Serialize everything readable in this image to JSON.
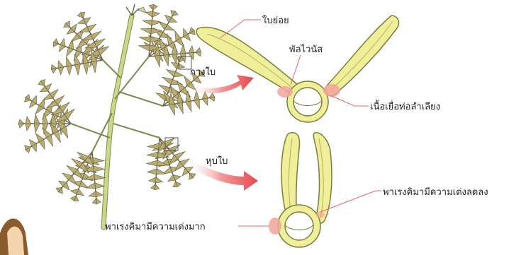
{
  "labels": {
    "leaflet": "ใบย่อย",
    "pulvinus": "พัลไวนัส",
    "spread": "กางใบ",
    "vascular": "เนื้อเยื่อท่อลำเลียง",
    "fold": "หุบใบ",
    "turgor_low": "พาเรงคิมามีความเต่งลดลง",
    "turgor_high": "พาเรงคิมามีความเต่งมาก"
  },
  "colors": {
    "leaf_fill": "#efef9a",
    "leaf_stroke": "#7d7d3c",
    "stem": "#c9d98a",
    "stem_stroke": "#7d8a4a",
    "pulvinus_pink": "#f2a39a",
    "arrow": "#e8484c",
    "leader_line": "#e06a6a"
  }
}
